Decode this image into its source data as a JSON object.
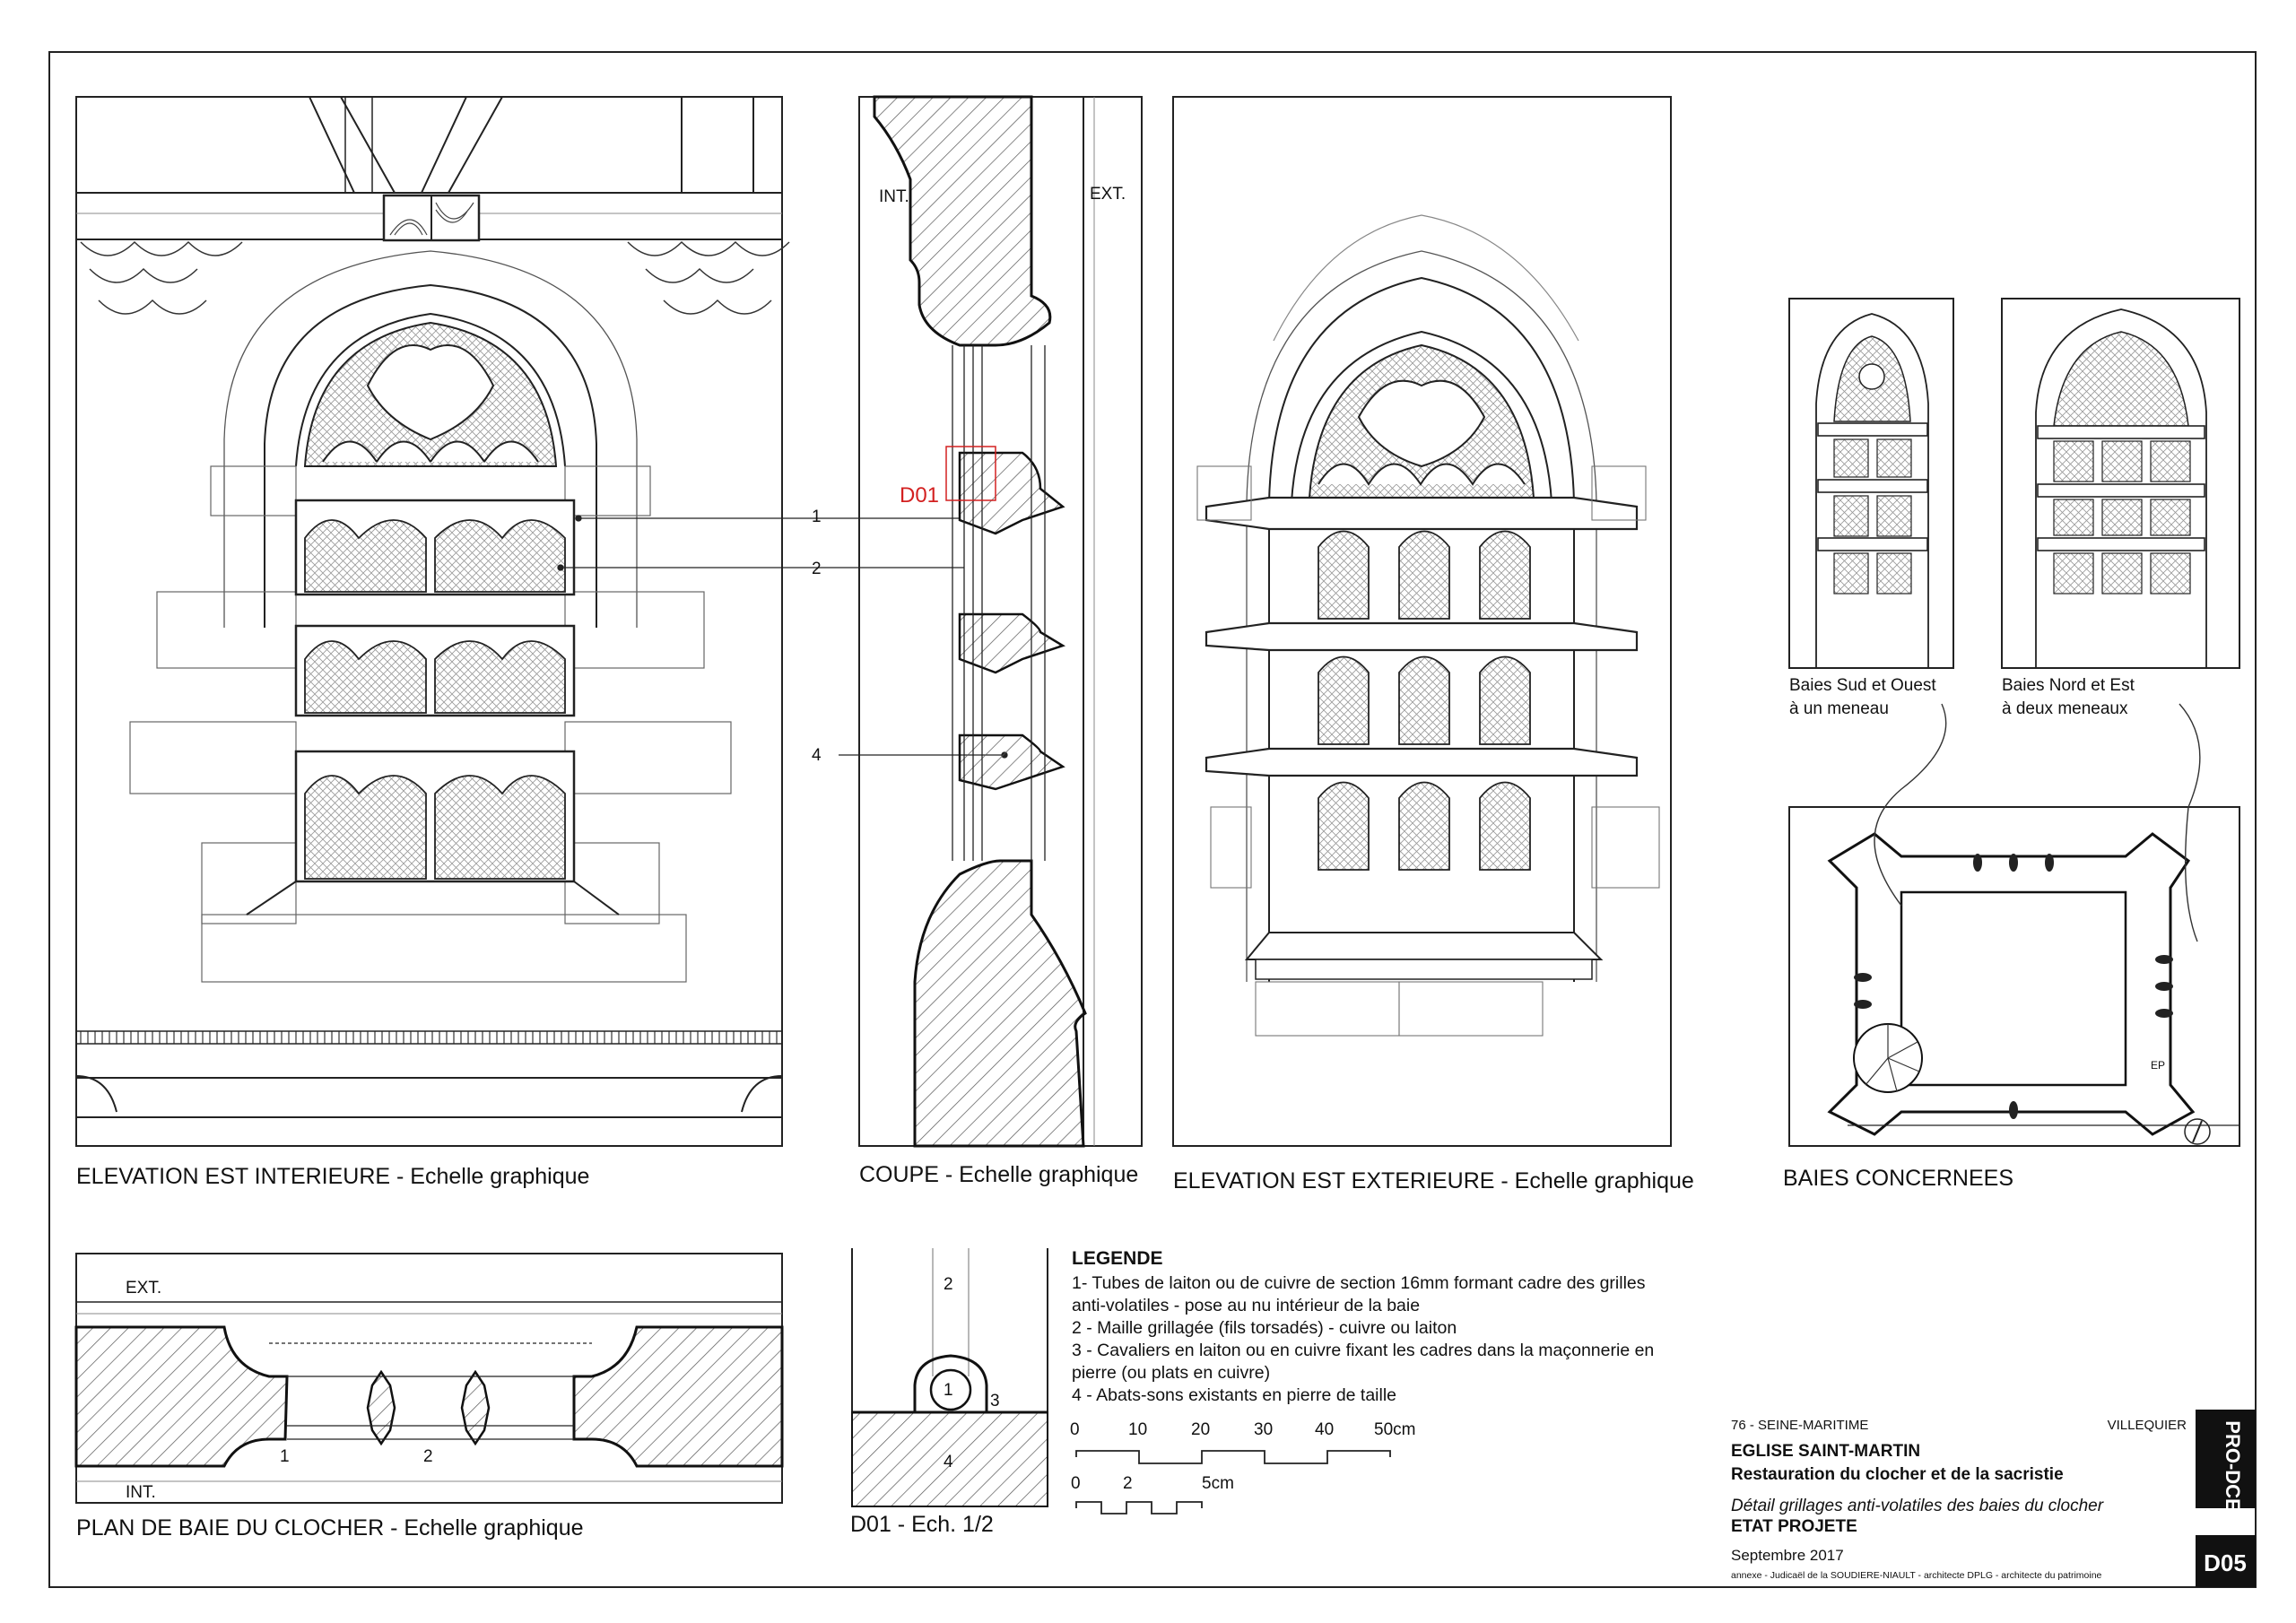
{
  "captions": {
    "elev_int": "ELEVATION EST INTERIEURE - Echelle graphique",
    "coupe": "COUPE - Echelle graphique",
    "elev_ext": "ELEVATION EST EXTERIEURE - Echelle graphique",
    "baies": "BAIES CONCERNEES",
    "plan": "PLAN DE BAIE DU CLOCHER - Echelle graphique",
    "detail": "D01 - Ech. 1/2"
  },
  "coupe_labels": {
    "int": "INT.",
    "ext": "EXT.",
    "detail_ref": "D01"
  },
  "callouts": {
    "c1": "1",
    "c2": "2",
    "c4": "4"
  },
  "plan_labels": {
    "ext": "EXT.",
    "int": "INT.",
    "n1": "1",
    "n2": "2"
  },
  "detail_labels": {
    "n1": "1",
    "n2": "2",
    "n3": "3",
    "n4": "4"
  },
  "baies": {
    "sud_ouest_1": "Baies Sud et Ouest",
    "sud_ouest_2": "à un meneau",
    "nord_est_1": "Baies Nord et Est",
    "nord_est_2": "à deux meneaux",
    "ep": "EP"
  },
  "legende": {
    "title": "LEGENDE",
    "lines": [
      "1- Tubes de laiton ou de cuivre de section 16mm formant cadre des grilles",
      "anti-volatiles - pose au nu intérieur de la baie",
      "2 - Maille grillagée (fils torsadés) - cuivre ou laiton",
      "3 - Cavaliers en laiton ou en cuivre fixant les cadres dans la maçonnerie en",
      "pierre (ou plats en cuivre)",
      "4 - Abats-sons existants en pierre de taille"
    ]
  },
  "scale1": {
    "ticks": [
      "0",
      "10",
      "20",
      "30",
      "40",
      "50cm"
    ]
  },
  "scale2": {
    "ticks": [
      "0",
      "2",
      "5cm"
    ]
  },
  "titleblock": {
    "dept": "76 - SEINE-MARITIME",
    "town": "VILLEQUIER",
    "church": "EGLISE SAINT-MARTIN",
    "project": "Restauration du clocher et de la sacristie",
    "drawing": "Détail grillages anti-volatiles des baies du clocher",
    "state": "ETAT PROJETE",
    "date": "Septembre 2017",
    "architect": "annexe - Judicaël de la SOUDIERE-NIAULT - architecte DPLG - architecte du patrimoine",
    "phase": "PRO-DCE",
    "number": "D05"
  }
}
